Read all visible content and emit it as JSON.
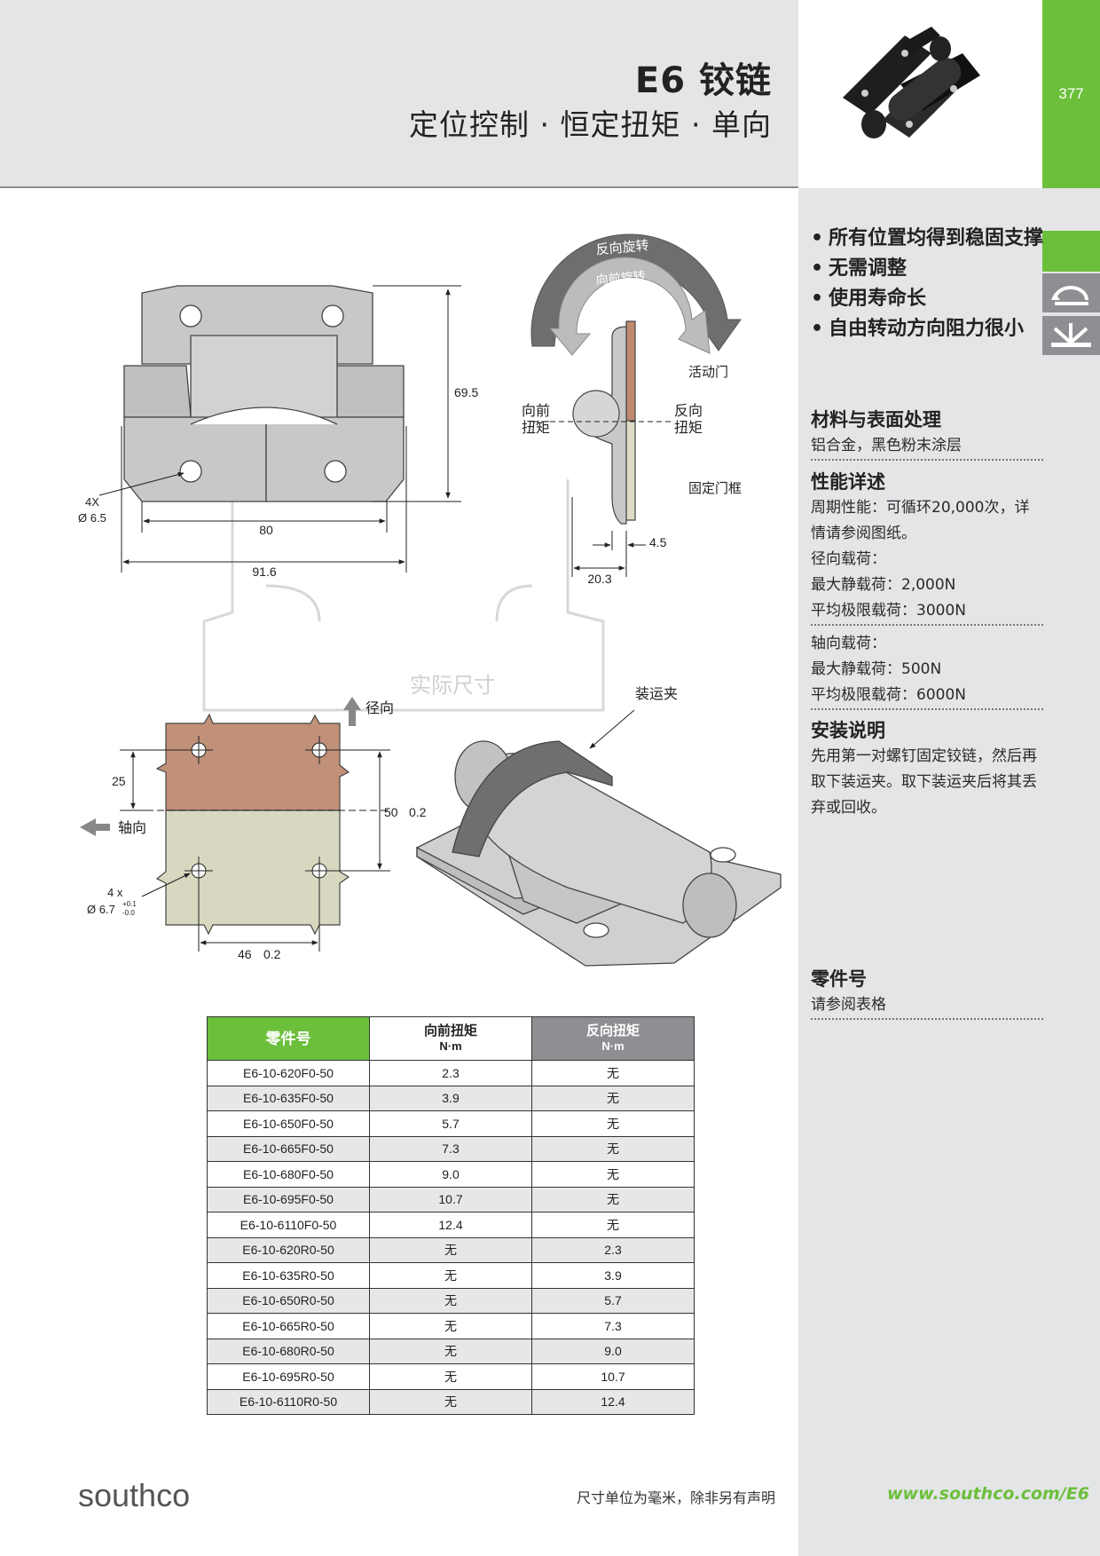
{
  "header": {
    "title": "E6 铰链",
    "subtitle": "定位控制 · 恒定扭矩 · 单向",
    "page_number": "377"
  },
  "features": [
    "所有位置均得到稳固支撑",
    "无需调整",
    "使用寿命长",
    "自由转动方向阻力很小"
  ],
  "material": {
    "title": "材料与表面处理",
    "text": "铝合金，黑色粉末涂层"
  },
  "performance": {
    "title": "性能详述",
    "cycle": "周期性能：可循环20,000次，详情请参阅图纸。",
    "radial_title": "径向载荷：",
    "radial_static": "最大静载荷：2,000N",
    "radial_limit": "平均极限载荷：3000N",
    "axial_title": "轴向载荷：",
    "axial_static": "最大静载荷：500N",
    "axial_limit": "平均极限载荷：6000N"
  },
  "install": {
    "title": "安装说明",
    "text": "先用第一对螺钉固定铰链，然后再取下装运夹。取下装运夹后将其丢弃或回收。"
  },
  "part_number": {
    "title": "零件号",
    "text": "请参阅表格"
  },
  "drawings": {
    "dim_69_5": "69.5",
    "dim_80": "80",
    "dim_91_6": "91.6",
    "hole_count": "4X",
    "hole_dia": "Ø 6.5",
    "reverse_rotate": "反向旋转",
    "forward_rotate": "向前旋转",
    "movable_door": "活动门",
    "forward_torque_1": "向前",
    "forward_torque_2": "扭矩",
    "reverse_torque_1": "反向",
    "reverse_torque_2": "扭矩",
    "fixed_frame": "固定门框",
    "dim_4_5": "4.5",
    "dim_20_3": "20.3",
    "actual_size": "实际尺寸",
    "radial": "径向",
    "axial": "轴向",
    "dim_25": "25",
    "dim_50": "50",
    "tol_50": "0.2",
    "mount_count": "4 x",
    "mount_dia": "Ø 6.7",
    "mount_tol_plus": "+0.1",
    "mount_tol_minus": "-0.0",
    "dim_46": "46",
    "tol_46": "0.2",
    "shipping_clip": "装运夹"
  },
  "table": {
    "headers": [
      "零件号",
      "向前扭矩",
      "反向扭矩"
    ],
    "units": [
      "",
      "N·m",
      "N·m"
    ],
    "rows": [
      [
        "E6-10-620F0-50",
        "2.3",
        "无"
      ],
      [
        "E6-10-635F0-50",
        "3.9",
        "无"
      ],
      [
        "E6-10-650F0-50",
        "5.7",
        "无"
      ],
      [
        "E6-10-665F0-50",
        "7.3",
        "无"
      ],
      [
        "E6-10-680F0-50",
        "9.0",
        "无"
      ],
      [
        "E6-10-695F0-50",
        "10.7",
        "无"
      ],
      [
        "E6-10-6110F0-50",
        "12.4",
        "无"
      ],
      [
        "E6-10-620R0-50",
        "无",
        "2.3"
      ],
      [
        "E6-10-635R0-50",
        "无",
        "3.9"
      ],
      [
        "E6-10-650R0-50",
        "无",
        "5.7"
      ],
      [
        "E6-10-665R0-50",
        "无",
        "7.3"
      ],
      [
        "E6-10-680R0-50",
        "无",
        "9.0"
      ],
      [
        "E6-10-695R0-50",
        "无",
        "10.7"
      ],
      [
        "E6-10-6110R0-50",
        "无",
        "12.4"
      ]
    ]
  },
  "footer": {
    "logo": "southco",
    "note": "尺寸单位为毫米，除非另有声明",
    "url": "www.southco.com/E6"
  },
  "colors": {
    "brand_green": "#6cbf3b",
    "sidebar_grey": "#e3e5e7",
    "copper": "#c09078",
    "beige": "#d8d8c0"
  }
}
